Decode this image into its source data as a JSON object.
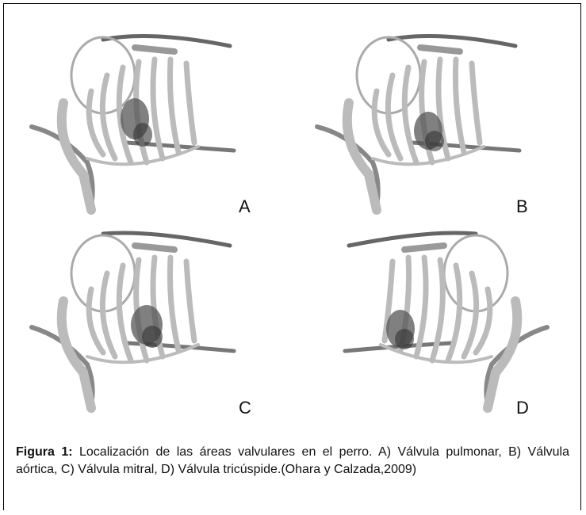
{
  "panels": [
    {
      "letter": "A",
      "valve": "pulmonar"
    },
    {
      "letter": "B",
      "valve": "aórtica"
    },
    {
      "letter": "C",
      "valve": "mitral"
    },
    {
      "letter": "D",
      "valve": "tricúspide"
    }
  ],
  "caption": {
    "label": "Figura 1:",
    "text": "Localización de las áreas valvulares en el perro. A) Válvula pulmonar, B) Válvula aórtica, C) Válvula mitral, D) Válvula tricúspide.(Ohara y Calzada,2009)"
  }
}
